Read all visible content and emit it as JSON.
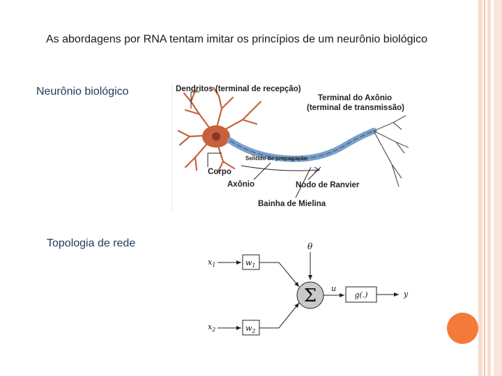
{
  "slide": {
    "title": "As abordagens por RNA tentam imitar os princípios de um neurônio biológico",
    "neuron_label": "Neurônio biológico",
    "topology_label": "Topologia de rede"
  },
  "neuron_figure": {
    "dendrites": "Dendritos (terminal de recepção)",
    "axon_terminal_line1": "Terminal do Axônio",
    "axon_terminal_line2": "(terminal de transmissão)",
    "propagation": "Sentido de propagação",
    "body": "Corpo",
    "axon": "Axônio",
    "ranvier": "Nodo de Ranvier",
    "myelin": "Bainha de Mielina"
  },
  "network_figure": {
    "x1": "x",
    "x1_sub": "1",
    "w1": "w",
    "w1_sub": "1",
    "x2": "x",
    "x2_sub": "2",
    "w2": "w",
    "w2_sub": "2",
    "theta": "θ",
    "sum": "Σ",
    "u": "u",
    "g": "g(.)",
    "y": "y"
  },
  "colors": {
    "stripe_light": "#f9dccd",
    "stripe_mid": "#f6c4a9",
    "accent_orange": "#f47a3a",
    "neuron_body": "#c8603e",
    "axon_blue": "#7aa0c8"
  }
}
